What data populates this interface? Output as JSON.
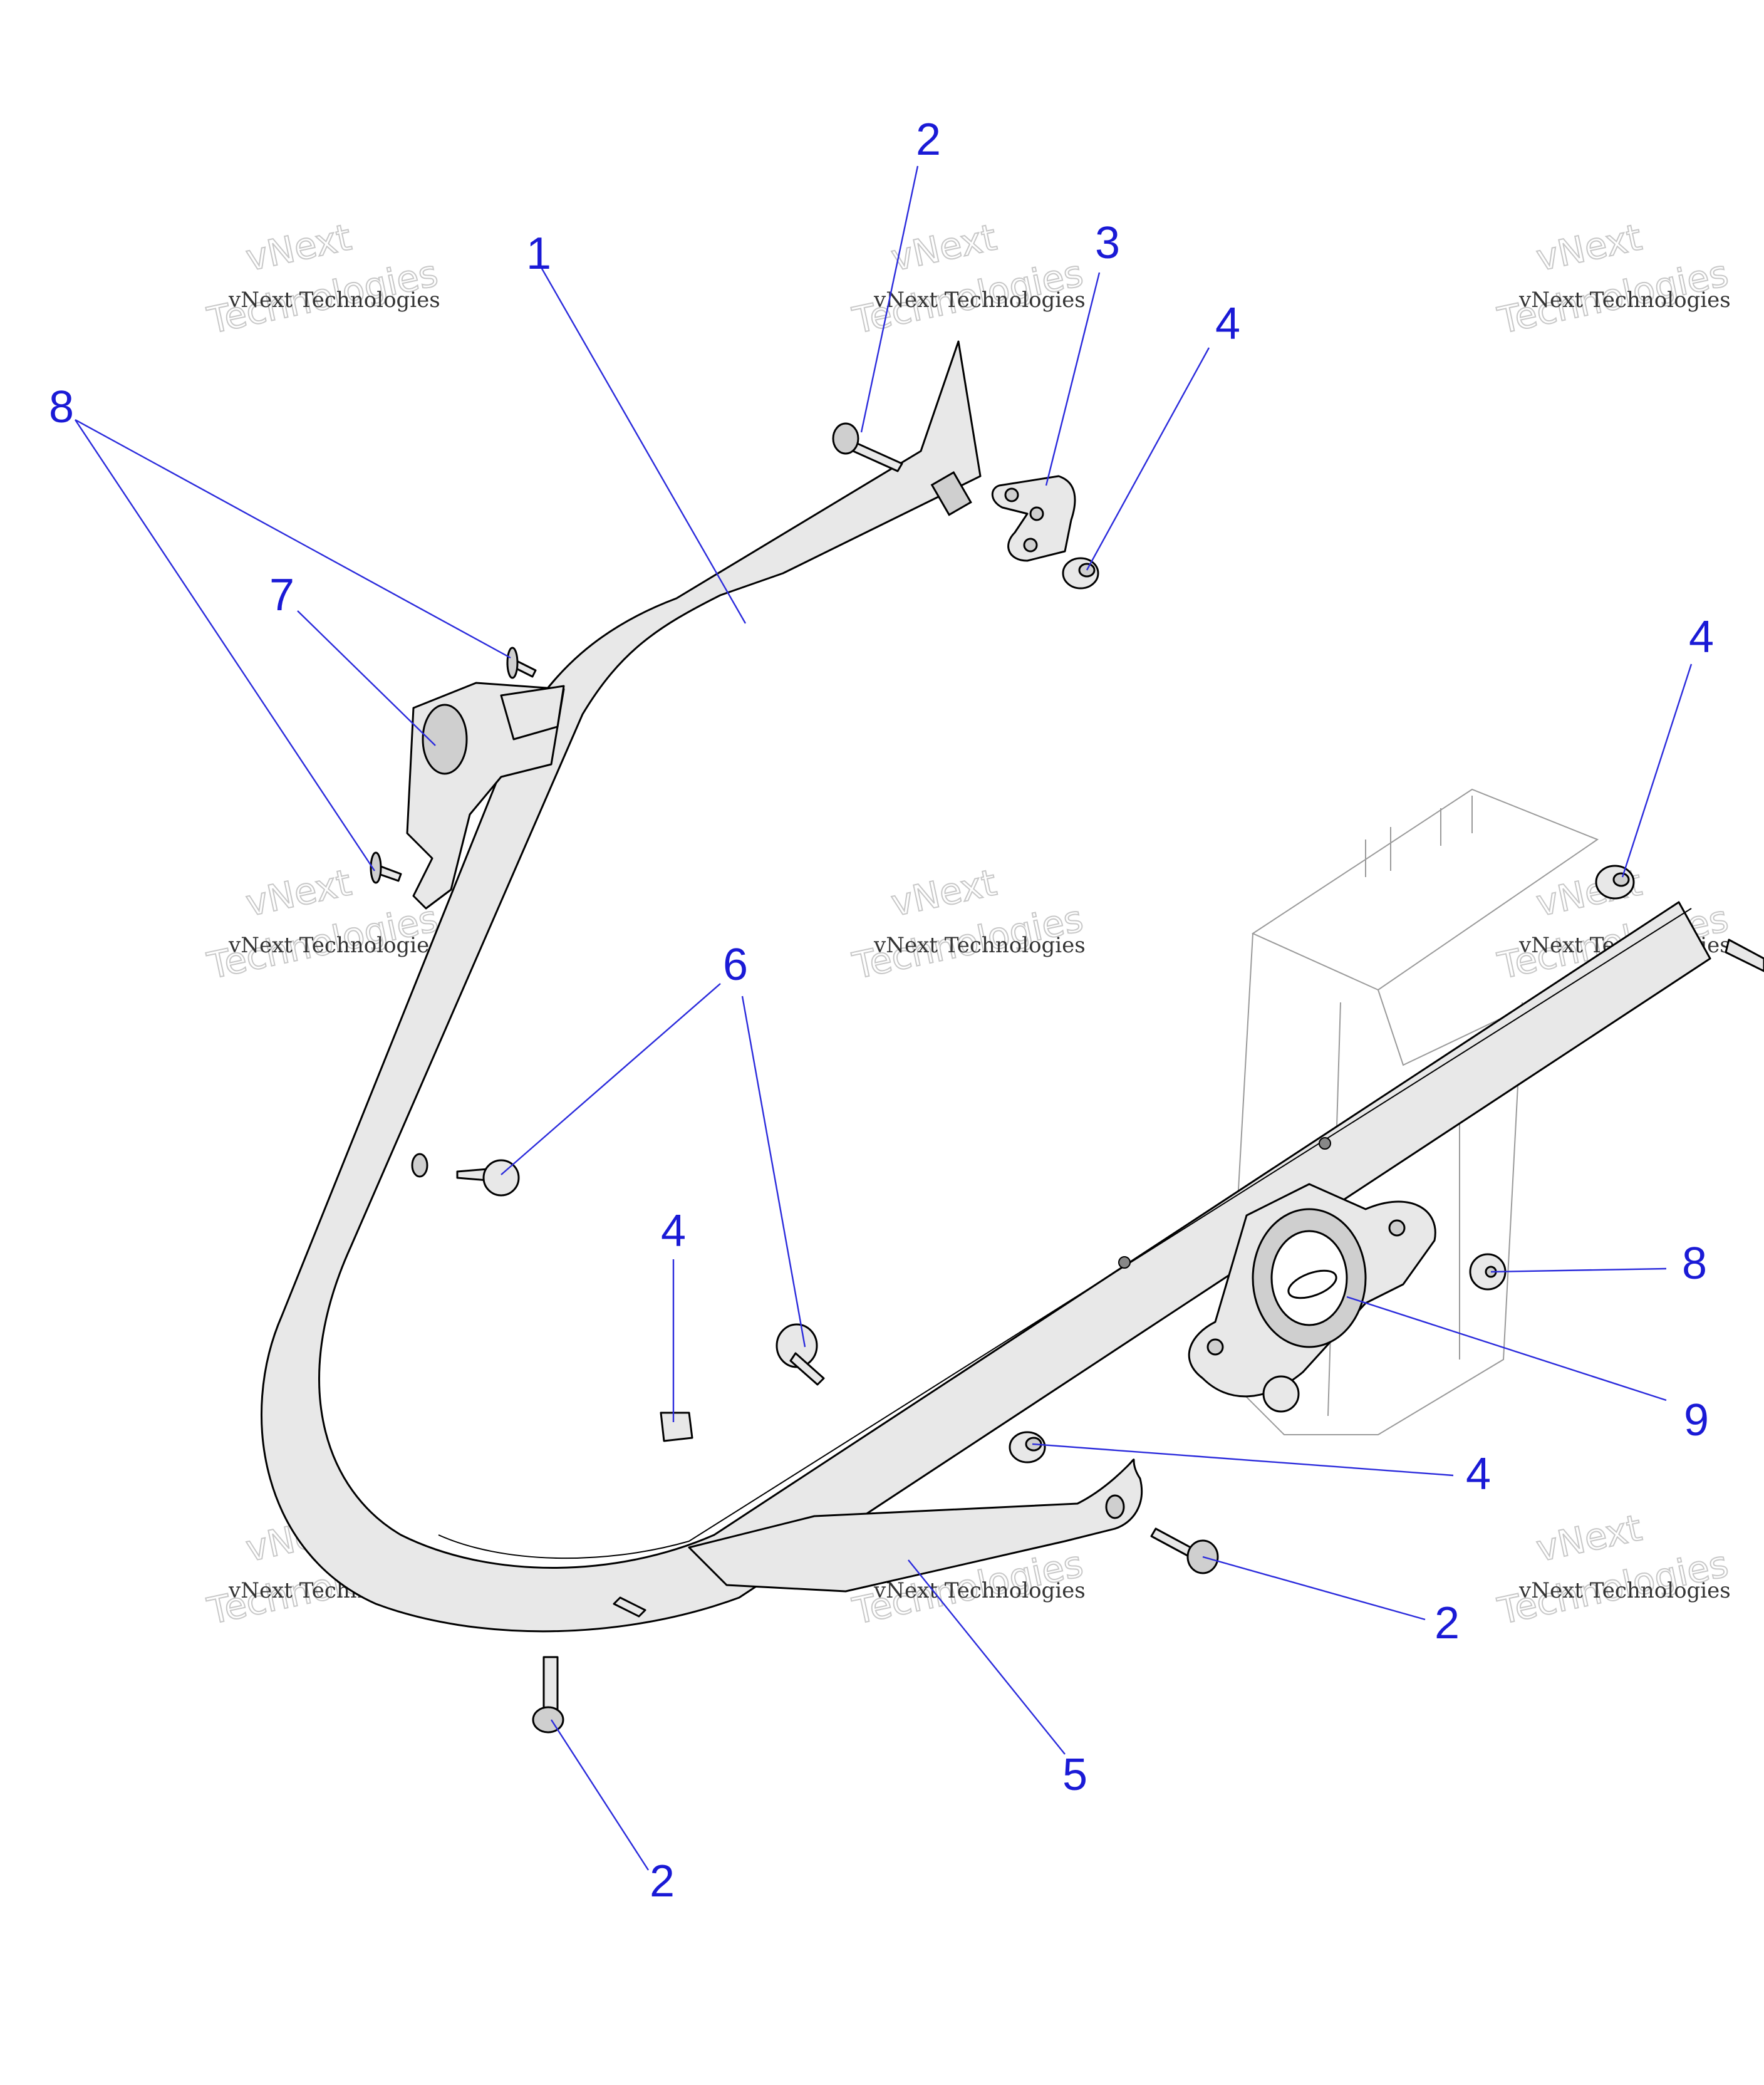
{
  "watermark": {
    "line1": "vNext Technologies",
    "line2": "vNext",
    "line3": "Technologies"
  },
  "callouts": [
    {
      "id": "c1",
      "label": "1"
    },
    {
      "id": "c2a",
      "label": "2"
    },
    {
      "id": "c3",
      "label": "3"
    },
    {
      "id": "c4a",
      "label": "4"
    },
    {
      "id": "c8a",
      "label": "8"
    },
    {
      "id": "c7",
      "label": "7"
    },
    {
      "id": "c4b",
      "label": "4"
    },
    {
      "id": "c6",
      "label": "6"
    },
    {
      "id": "c4c",
      "label": "4"
    },
    {
      "id": "c8b",
      "label": "8"
    },
    {
      "id": "c9",
      "label": "9"
    },
    {
      "id": "c4d",
      "label": "4"
    },
    {
      "id": "c2b",
      "label": "2"
    },
    {
      "id": "c5",
      "label": "5"
    },
    {
      "id": "c2c",
      "label": "2"
    }
  ],
  "colors": {
    "callout": "#1a1ad6",
    "leader": "#2b2bdc",
    "part_fill": "#e8e8e8",
    "outline": "#000000"
  }
}
